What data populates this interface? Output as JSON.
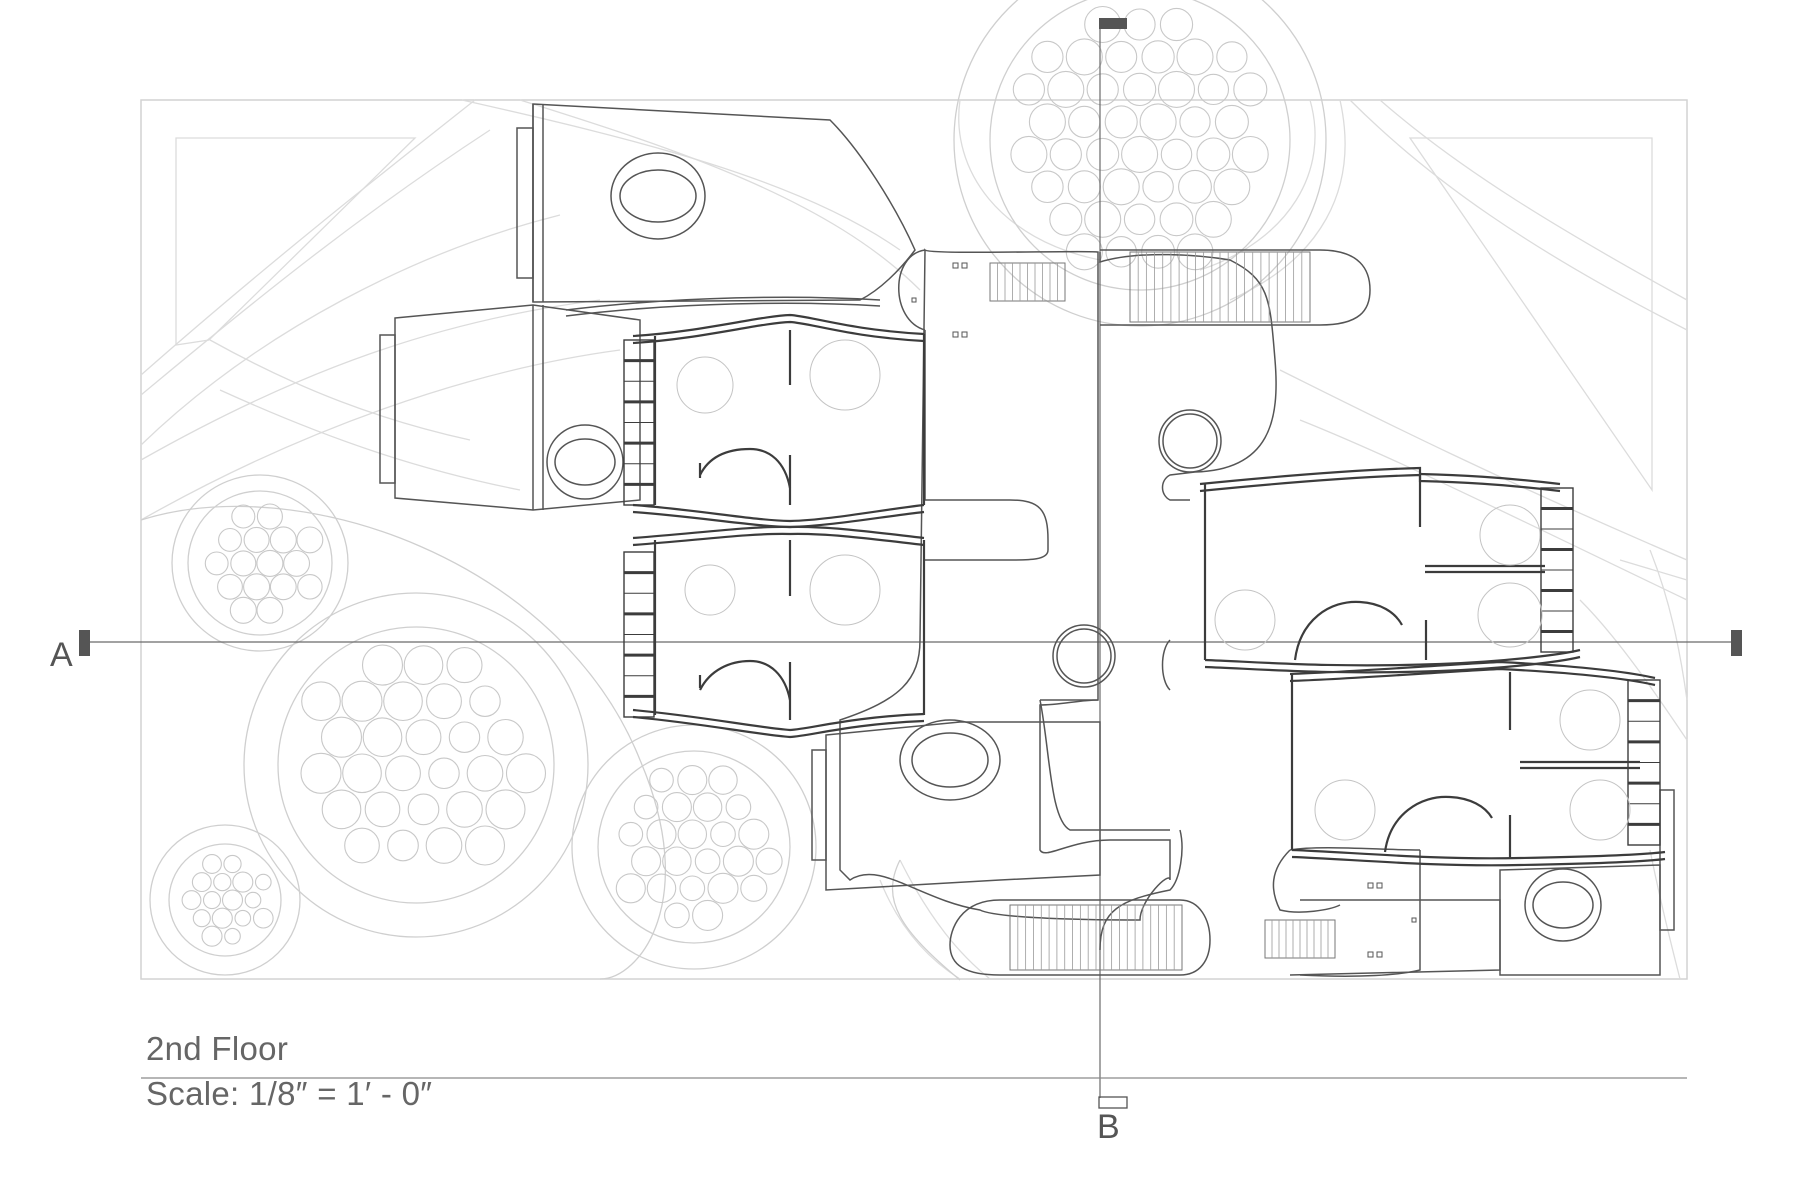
{
  "drawing": {
    "floor_label": "2nd Floor",
    "scale_label": "Scale: 1/8″ = 1′ - 0″",
    "section_a": "A",
    "section_b": "B"
  },
  "colors": {
    "line_light": "#d2d2d2",
    "line_mid": "#9a9a9a",
    "line_dark": "#3c3c3c",
    "marker": "#555555",
    "text": "#666666"
  }
}
